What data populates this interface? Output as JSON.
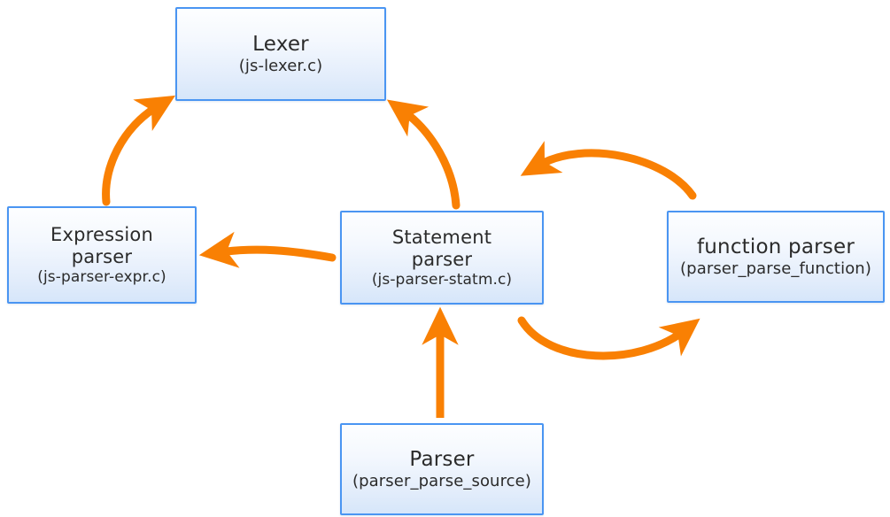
{
  "diagram": {
    "title_semantic": "quickjs-parser-component-flow",
    "background": "#ffffff",
    "accent_arrow_color": "#F98003",
    "node_border_color": "#4a95f2",
    "node_fill_top": "#fdfeff",
    "node_fill_bottom": "#d6e6fa",
    "nodes": [
      {
        "id": "lexer",
        "title": "Lexer",
        "sub": "(js-lexer.c)"
      },
      {
        "id": "expression",
        "title": "Expression\nparser",
        "title_line1": "Expression",
        "title_line2": "parser",
        "sub": "(js-parser-expr.c)"
      },
      {
        "id": "statement",
        "title_line1": "Statement",
        "title_line2": "parser",
        "sub": "(js-parser-statm.c)"
      },
      {
        "id": "function",
        "title": "function parser",
        "sub": "(parser_parse_function)"
      },
      {
        "id": "parser",
        "title": "Parser",
        "sub": "(parser_parse_source)"
      }
    ],
    "edges": [
      {
        "id": "expression-to-lexer",
        "from": "expression",
        "to": "lexer",
        "style": "curved",
        "direction": "up-right"
      },
      {
        "id": "statement-to-lexer",
        "from": "statement",
        "to": "lexer",
        "style": "curved",
        "direction": "up-left"
      },
      {
        "id": "statement-to-expression",
        "from": "statement",
        "to": "expression",
        "style": "straight-slight-curve",
        "direction": "left"
      },
      {
        "id": "function-to-statement",
        "from": "function",
        "to": "statement",
        "style": "arc-over",
        "direction": "left"
      },
      {
        "id": "statement-to-function",
        "from": "statement",
        "to": "function",
        "style": "arc-under",
        "direction": "right"
      },
      {
        "id": "parser-to-statement",
        "from": "parser",
        "to": "statement",
        "style": "straight",
        "direction": "up"
      }
    ]
  }
}
